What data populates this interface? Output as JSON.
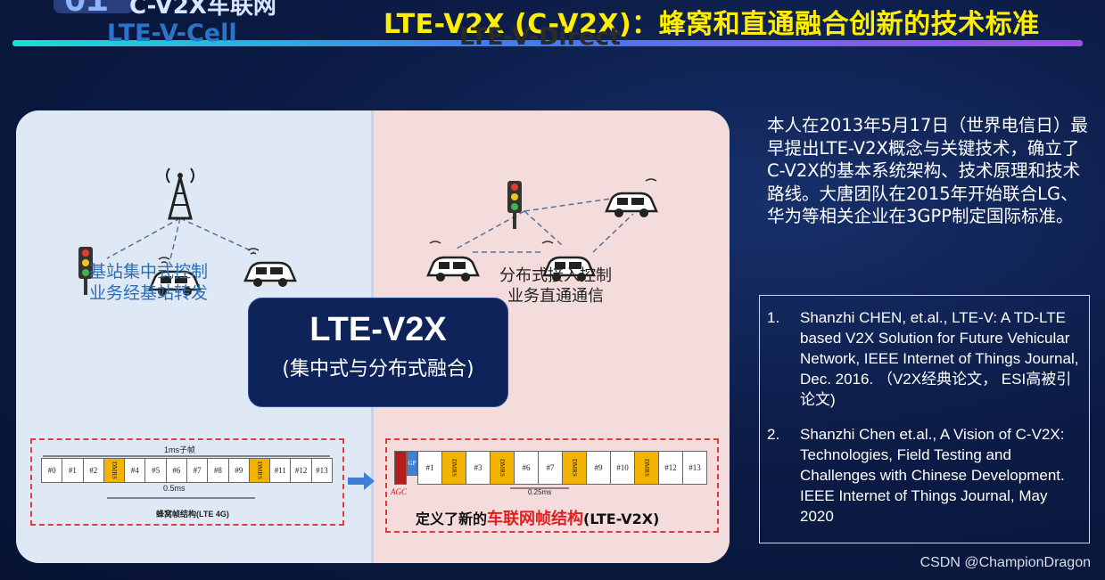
{
  "header": {
    "section_label": "C-V2X车联网",
    "title": "LTE-V2X (C-V2X)：蜂窝和直通融合创新的技术标准"
  },
  "diagram": {
    "left_title": "LTE-V-Cell",
    "right_title": "LTE-V-Direct",
    "center_title": "LTE-V2X",
    "center_subtitle": "(集中式与分布式融合)",
    "left_caption_line1": "基站集中式控制",
    "left_caption_line2": "业务经基站转发",
    "right_caption_line1": "分布式接入控制",
    "right_caption_line2": "业务直通通信",
    "left_frame": {
      "top_label": "1ms子帧",
      "bottom_label": "0.5ms",
      "caption": "蜂窝帧结构(LTE 4G)",
      "cells": [
        "#0",
        "#1",
        "#2",
        "DMRS",
        "#4",
        "#5",
        "#6",
        "#7",
        "#8",
        "#9",
        "DMRS",
        "#11",
        "#12",
        "#13"
      ]
    },
    "right_frame": {
      "agc_label": "AGC",
      "gp_label": "GP",
      "spacing_label": "0.25ms",
      "cells": [
        "#1",
        "DMRS",
        "#3",
        "DMRS",
        "#6",
        "#7",
        "DMRS",
        "#9",
        "#10",
        "DMRS",
        "#12",
        "#13"
      ],
      "caption_prefix": "定义了新的",
      "caption_highlight": "车联网帧结构",
      "caption_suffix": "(LTE-V2X)"
    }
  },
  "intro_text": "本人在2013年5月17日（世界电信日）最早提出LTE-V2X概念与关键技术，确立了C-V2X的基本系统架构、技术原理和技术路线。大唐团队在2015年开始联合LG、华为等相关企业在3GPP制定国际标准。",
  "references": [
    {
      "num": "1.",
      "text": "Shanzhi CHEN, et.al., LTE-V: A TD-LTE based V2X Solution for Future Vehicular Network, IEEE Internet of Things Journal, Dec. 2016. （V2X经典论文， ESI高被引论文)"
    },
    {
      "num": "2.",
      "text": "Shanzhi Chen et.al., A Vision of C-V2X: Technologies, Field Testing and Challenges with Chinese Development. IEEE Internet of Things Journal, May 2020"
    }
  ],
  "watermark": "CSDN @ChampionDragon",
  "colors": {
    "accent_yellow": "#ffee00",
    "dmrs": "#f2b400",
    "frame_border": "#e43a3a"
  }
}
